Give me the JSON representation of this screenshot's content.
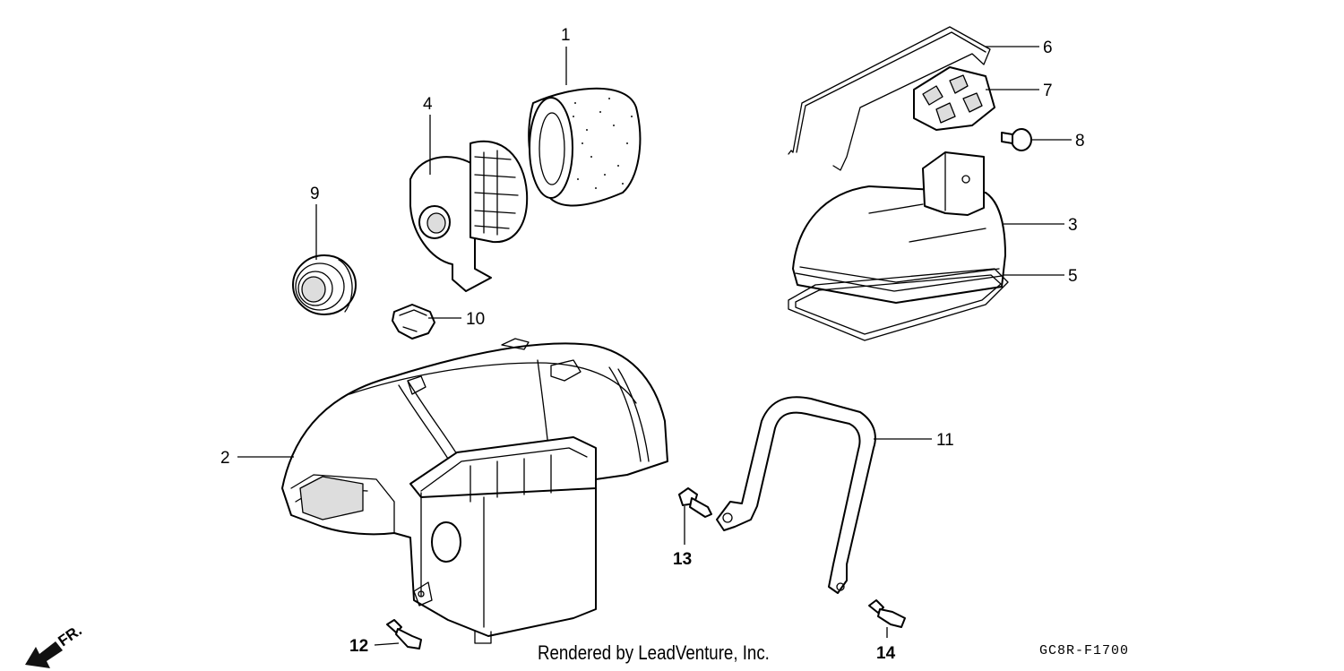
{
  "labels": {
    "p1": "1",
    "p2": "2",
    "p3": "3",
    "p4": "4",
    "p5": "5",
    "p6": "6",
    "p7": "7",
    "p8": "8",
    "p9": "9",
    "p10": "10",
    "p11": "11",
    "p12": "12",
    "p13": "13",
    "p14": "14"
  },
  "direction_marker": "FR.",
  "credit": "Rendered by LeadVenture, Inc.",
  "diagram_code": "GC8R-F1700"
}
